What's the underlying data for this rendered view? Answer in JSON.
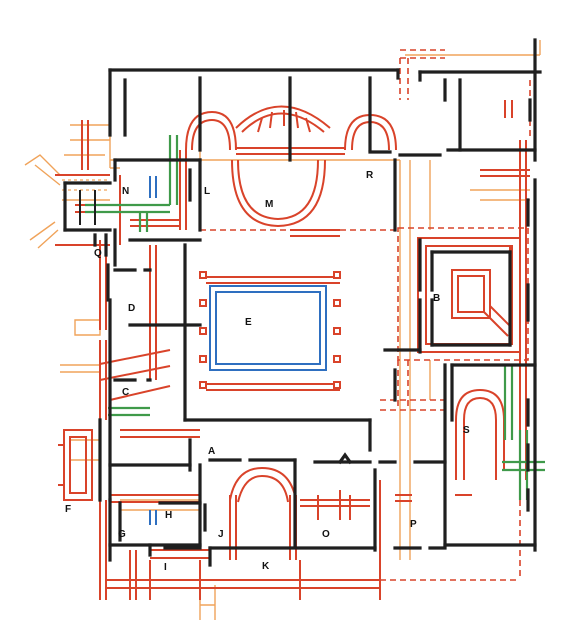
{
  "plan": {
    "room_labels": [
      "N",
      "L",
      "M",
      "R",
      "Q",
      "D",
      "E",
      "B",
      "C",
      "S",
      "A",
      "F",
      "G",
      "H",
      "J",
      "O",
      "P",
      "I",
      "K"
    ]
  },
  "colors": {
    "walls": "#1f1f1f",
    "earlier_phase": "#d9432a",
    "later_phase": "#f0a35a",
    "pool": "#2e6fc0",
    "channels": "#3f9a4a"
  }
}
